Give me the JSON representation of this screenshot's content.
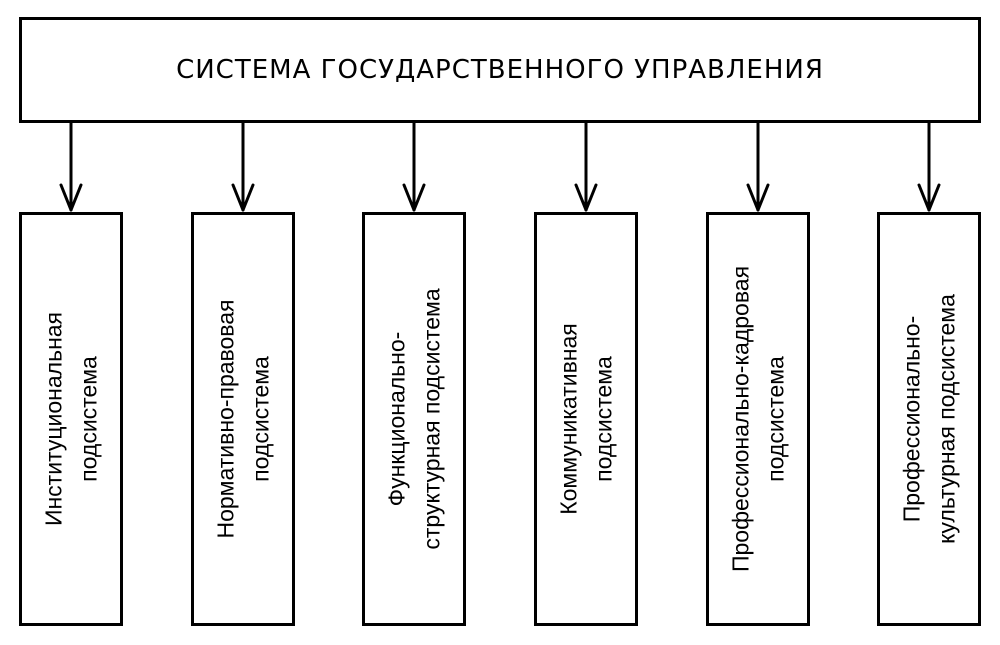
{
  "diagram": {
    "title": "СИСТЕМА ГОСУДАРСТВЕННОГО УПРАВЛЕНИЯ",
    "subsystems": [
      {
        "label": "Институциональная\nподсистема"
      },
      {
        "label": "Нормативно-правовая\nподсистема"
      },
      {
        "label": "Функционально-\nструктурная подсистема"
      },
      {
        "label": "Коммуникативная\nподсистема"
      },
      {
        "label": "Профессионально-кадровая\nподсистема"
      },
      {
        "label": "Профессионально-\nкультурная подсистема"
      }
    ]
  }
}
